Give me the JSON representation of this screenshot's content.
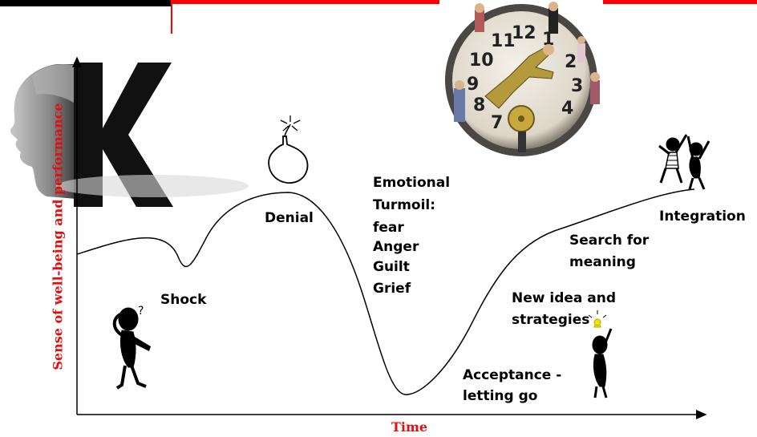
{
  "axes": {
    "y_label": "Sense of well-being and performance",
    "x_label": "Time"
  },
  "stages": {
    "shock": "Shock",
    "denial": "Denial",
    "emotional_turmoil": [
      "Emotional",
      "Turmoil:",
      "fear",
      "Anger",
      "Guilt",
      "Grief"
    ],
    "acceptance": [
      "Acceptance -",
      "letting go"
    ],
    "new_ideas": [
      "New idea and",
      "strategies"
    ],
    "search_meaning": [
      "Search for",
      "meaning"
    ],
    "integration": "Integration"
  },
  "clipart": {
    "head_letter": "K",
    "clock_numbers": [
      "10",
      "11",
      "12",
      "1",
      "2",
      "3",
      "4",
      "9",
      "8",
      "7"
    ],
    "question_mark": "?"
  },
  "colors": {
    "accent_red": "#ff0000",
    "axis_label_red": "#e01010",
    "text": "#000000"
  }
}
